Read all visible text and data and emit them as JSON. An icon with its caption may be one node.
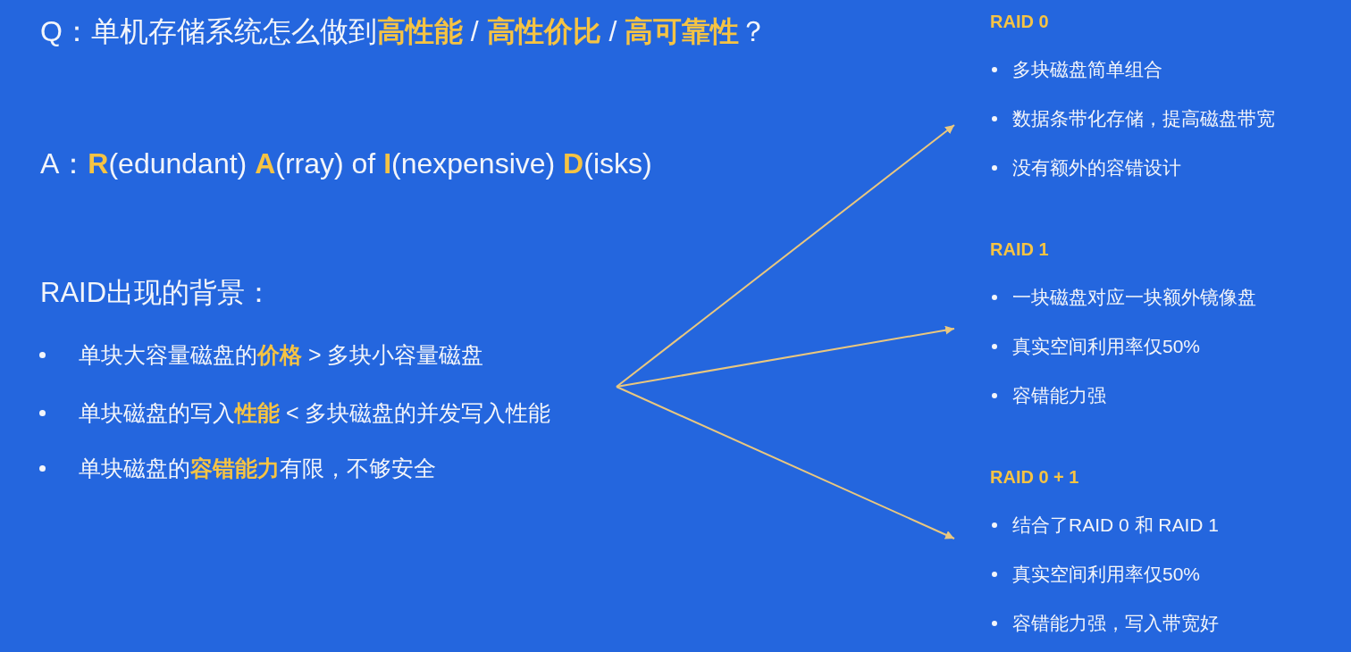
{
  "diagram": {
    "nodes": [
      {
        "text": [
          "RAID出现的背景：",
          "单块大容量磁盘的**价格** > 多块小容量磁盘",
          "单块磁盘的写入**性能** < 多块磁盘的并发写入性能",
          "单块磁盘的**容错能力**有限，不够安全"
        ]
      },
      {
        "text": [
          "RAID 0",
          "多块磁盘简单组合",
          "数据条带化存储，提高磁盘带宽",
          "没有额外的容错设计"
        ]
      },
      {
        "text": [
          "RAID 1",
          "一块磁盘对应一块额外镜像盘",
          "真实空间利用率仅50%",
          "容错能力强"
        ]
      },
      {
        "text": [
          "RAID 0 + 1",
          "结合了RAID 0 和 RAID 1",
          "真实空间利用率仅50%",
          "容错能力强，写入带宽好"
        ]
      }
    ],
    "edges": [
      {
        "from": 0,
        "to": 1,
        "arrow": "to"
      },
      {
        "from": 0,
        "to": 2,
        "arrow": "to"
      },
      {
        "from": 0,
        "to": 3,
        "arrow": "to"
      }
    ],
    "labels": [
      "Q：单机存储系统怎么做到**高性能** / **高性价比** / **高可靠性**？",
      "A：**R**(edundant) **A**(rray) of **I**(nexpensive) **D**(isks)"
    ]
  }
}
